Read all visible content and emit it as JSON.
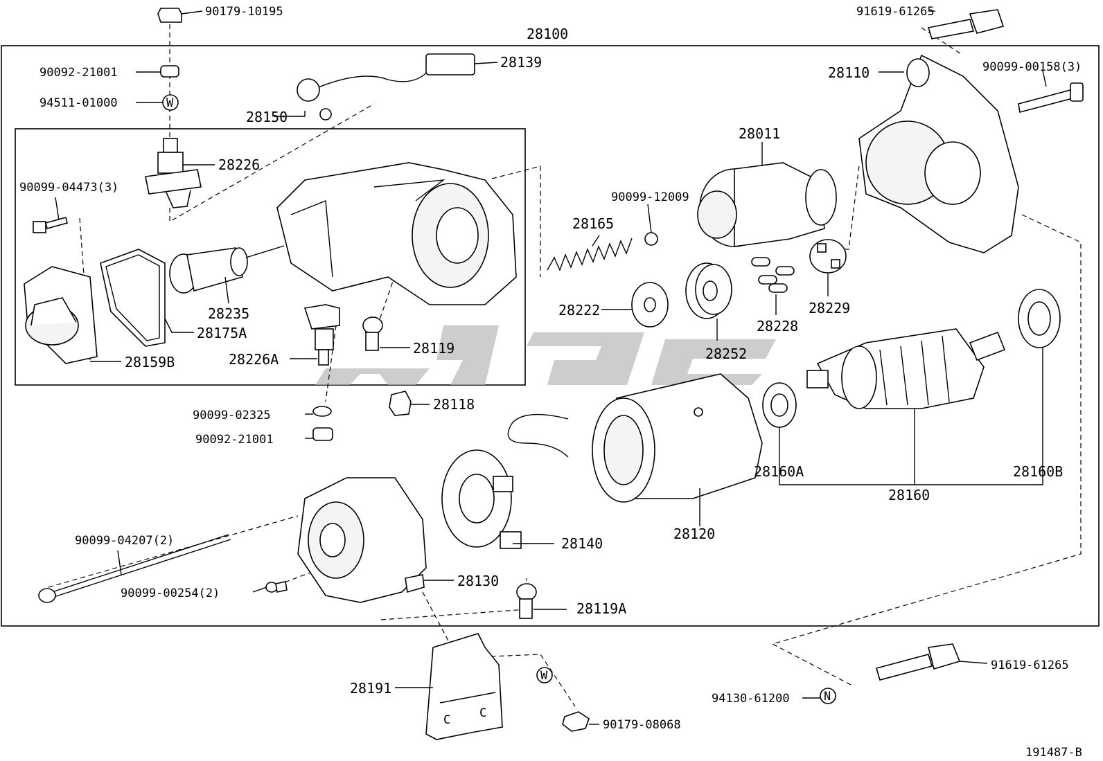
{
  "diagram": {
    "assembly_number": "28100",
    "subassembly_number": "28150",
    "diagram_code": "191487-B",
    "watermark_text": "SYGC",
    "parts": {
      "p90179_10195": "90179-10195",
      "p90092_21001_top": "90092-21001",
      "p94511_01000": "94511-01000",
      "p28139": "28139",
      "p28226": "28226",
      "p90099_04473": "90099-04473(3)",
      "p28235": "28235",
      "p28175A": "28175A",
      "p28159B": "28159B",
      "p28226A": "28226A",
      "p28119": "28119",
      "p90099_02325": "90099-02325",
      "p28118": "28118",
      "p90092_21001_bot": "90092-21001",
      "p91619_61265_top": "91619-61265",
      "p28110": "28110",
      "p90099_00158": "90099-00158(3)",
      "p28011": "28011",
      "p90099_12009": "90099-12009",
      "p28165": "28165",
      "p28222": "28222",
      "p28252": "28252",
      "p28228": "28228",
      "p28229": "28229",
      "p28160A": "28160A",
      "p28160B": "28160B",
      "p28160": "28160",
      "p28120": "28120",
      "p28140": "28140",
      "p28130": "28130",
      "p90099_04207": "90099-04207(2)",
      "p90099_00254": "90099-00254(2)",
      "p28119A": "28119A",
      "p28191": "28191",
      "p90179_08068": "90179-08068",
      "p91619_61265_bot": "91619-61265",
      "p94130_61200": "94130-61200"
    },
    "washer_marks": {
      "w": "W",
      "n": "N"
    }
  }
}
